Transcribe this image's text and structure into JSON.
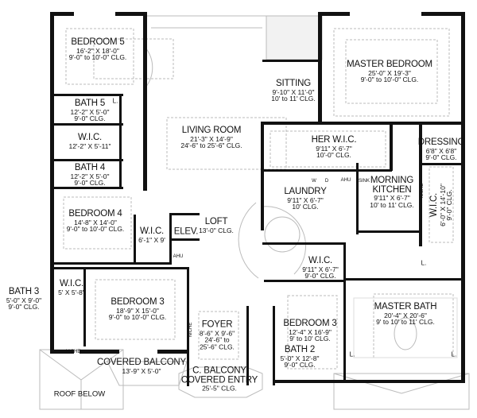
{
  "rooms": {
    "bedroom5": {
      "name": "BEDROOM 5",
      "size": "16'-2\" X 18'-0\"",
      "ceiling": "9'-0\" to 10'-0\" CLG."
    },
    "bath5": {
      "name": "BATH 5",
      "size": "12'-2\" X 5'-0\"",
      "ceiling": "9'-0\" CLG."
    },
    "wic5": {
      "name": "W.I.C.",
      "size": "12'-2\" X 5'-11\""
    },
    "bath4": {
      "name": "BATH 4",
      "size": "12'-2\" X 5'-0\"",
      "ceiling": "9'-0\" CLG."
    },
    "bedroom4": {
      "name": "BEDROOM 4",
      "size": "14'-8\" X 14'-0\"",
      "ceiling": "9'-0\" to 10'-0\" CLG."
    },
    "wic4": {
      "name": "W.I.C.",
      "size": "6'-1\" X 9'"
    },
    "elev": {
      "name": "ELEV."
    },
    "loft": {
      "name": "LOFT",
      "ceiling": "13'-0\" CLG."
    },
    "living_room": {
      "name": "LIVING ROOM",
      "size": "21'-3\" X 14'-9\"",
      "ceiling": "24'-6\" to 25'-6\" CLG."
    },
    "sitting": {
      "name": "SITTING",
      "size": "9'-10\" X 11'-0\"",
      "ceiling": "10' to 11' CLG."
    },
    "master_bedroom": {
      "name": "MASTER BEDROOM",
      "size": "25'-0\" X 19'-3\"",
      "ceiling": "9'-0\" to 10'-0\" CLG."
    },
    "her_wic": {
      "name": "HER W.I.C.",
      "size": "9'11\" X 6'-7\"",
      "ceiling": "10'-0\" CLG."
    },
    "dressing": {
      "name": "DRESSING",
      "size": "6'8\" X 6'8\"",
      "ceiling": "9'-0\" CLG."
    },
    "morning_kitchen": {
      "name": "MORNING",
      "name2": "KITCHEN",
      "size": "9'11\" X 6'-7\"",
      "ceiling": "10' to 11' CLG."
    },
    "laundry": {
      "name": "LAUNDRY",
      "size": "9'11\" X 6'-7\"",
      "ceiling": "10' CLG."
    },
    "wic_master": {
      "name": "W.I.C.",
      "size": "6'-0\" X 14'-10\"",
      "ceiling": "9'-0\" CLG."
    },
    "wic_bed3r": {
      "name": "W.I.C.",
      "size": "9'11\" X 6'-7\"",
      "ceiling": "9'-0\" CLG."
    },
    "bedroom3_right": {
      "name": "BEDROOM 3",
      "size": "12'-4\" X 16'-9\"",
      "ceiling": "9' to 10' CLG."
    },
    "bath2": {
      "name": "BATH 2",
      "size": "5'-0\" X 12'-8\"",
      "ceiling": "9'-0\" CLG."
    },
    "master_bath": {
      "name": "MASTER BATH",
      "size": "20'-4\" X 20'-6\"",
      "ceiling": "9' to 10' to 11' CLG."
    },
    "foyer": {
      "name": "FOYER",
      "size": "8'-6\" X 9'-6\"",
      "ceiling": "24'-6\" to",
      "ceiling2": "25'-6\" CLG."
    },
    "bedroom3_left": {
      "name": "BEDROOM 3",
      "size": "18'-9\" X 15'-0\"",
      "ceiling": "9'-0\" to 10'-0\" CLG."
    },
    "bath3": {
      "name": "BATH 3",
      "size": "5'-0\" X 9'-0\"",
      "ceiling": "9'-0\" CLG."
    },
    "wic3": {
      "name": "W.I.C.",
      "size": "5' X 5'-8\""
    },
    "covered_balcony": {
      "name": "COVERED BALCONY",
      "size": "13'-9\" X 5'-0\""
    },
    "covered_entry": {
      "name": "C. BALCONY",
      "name2": "COVERED ENTRY",
      "ceiling": "25'-5\" CLG."
    },
    "roof_below": {
      "name": "ROOF BELOW"
    }
  },
  "fixtures": {
    "linen": "L.",
    "ahu": "AHU",
    "washer": "W",
    "dryer": "D",
    "niche": "NICHE",
    "sink": "SINK"
  }
}
